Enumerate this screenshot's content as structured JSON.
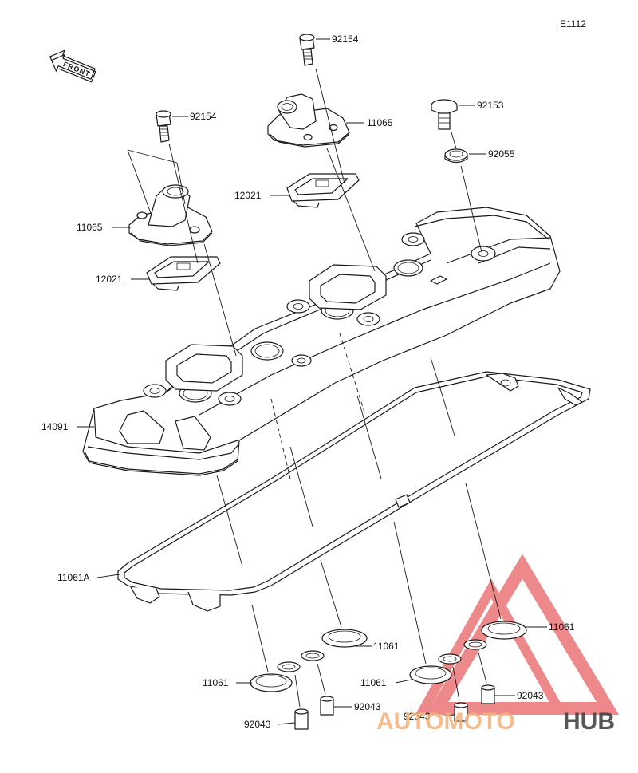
{
  "diagram": {
    "code": "E1112",
    "front_label": "FRONT",
    "callouts": {
      "bolt_left": "92154",
      "bolt_top": "92154",
      "bolt_right": "92153",
      "washer_right": "92055",
      "breather_left": "11065",
      "breather_top": "11065",
      "plate_left": "12021",
      "plate_top": "12021",
      "cover": "14091",
      "gasket_main": "11061A",
      "gasket_plug_1": "11061",
      "gasket_plug_2": "11061",
      "gasket_plug_3": "11061",
      "gasket_plug_4": "11061",
      "dowel_1": "92043",
      "dowel_2": "92043",
      "dowel_3": "92043",
      "dowel_4": "92043"
    }
  },
  "watermark": {
    "brand_left": "AUTOMOTO",
    "brand_right": "HUB",
    "color_left": "#f4b27a",
    "color_right": "#3a3a3a",
    "logo_color": "#e0272d"
  }
}
